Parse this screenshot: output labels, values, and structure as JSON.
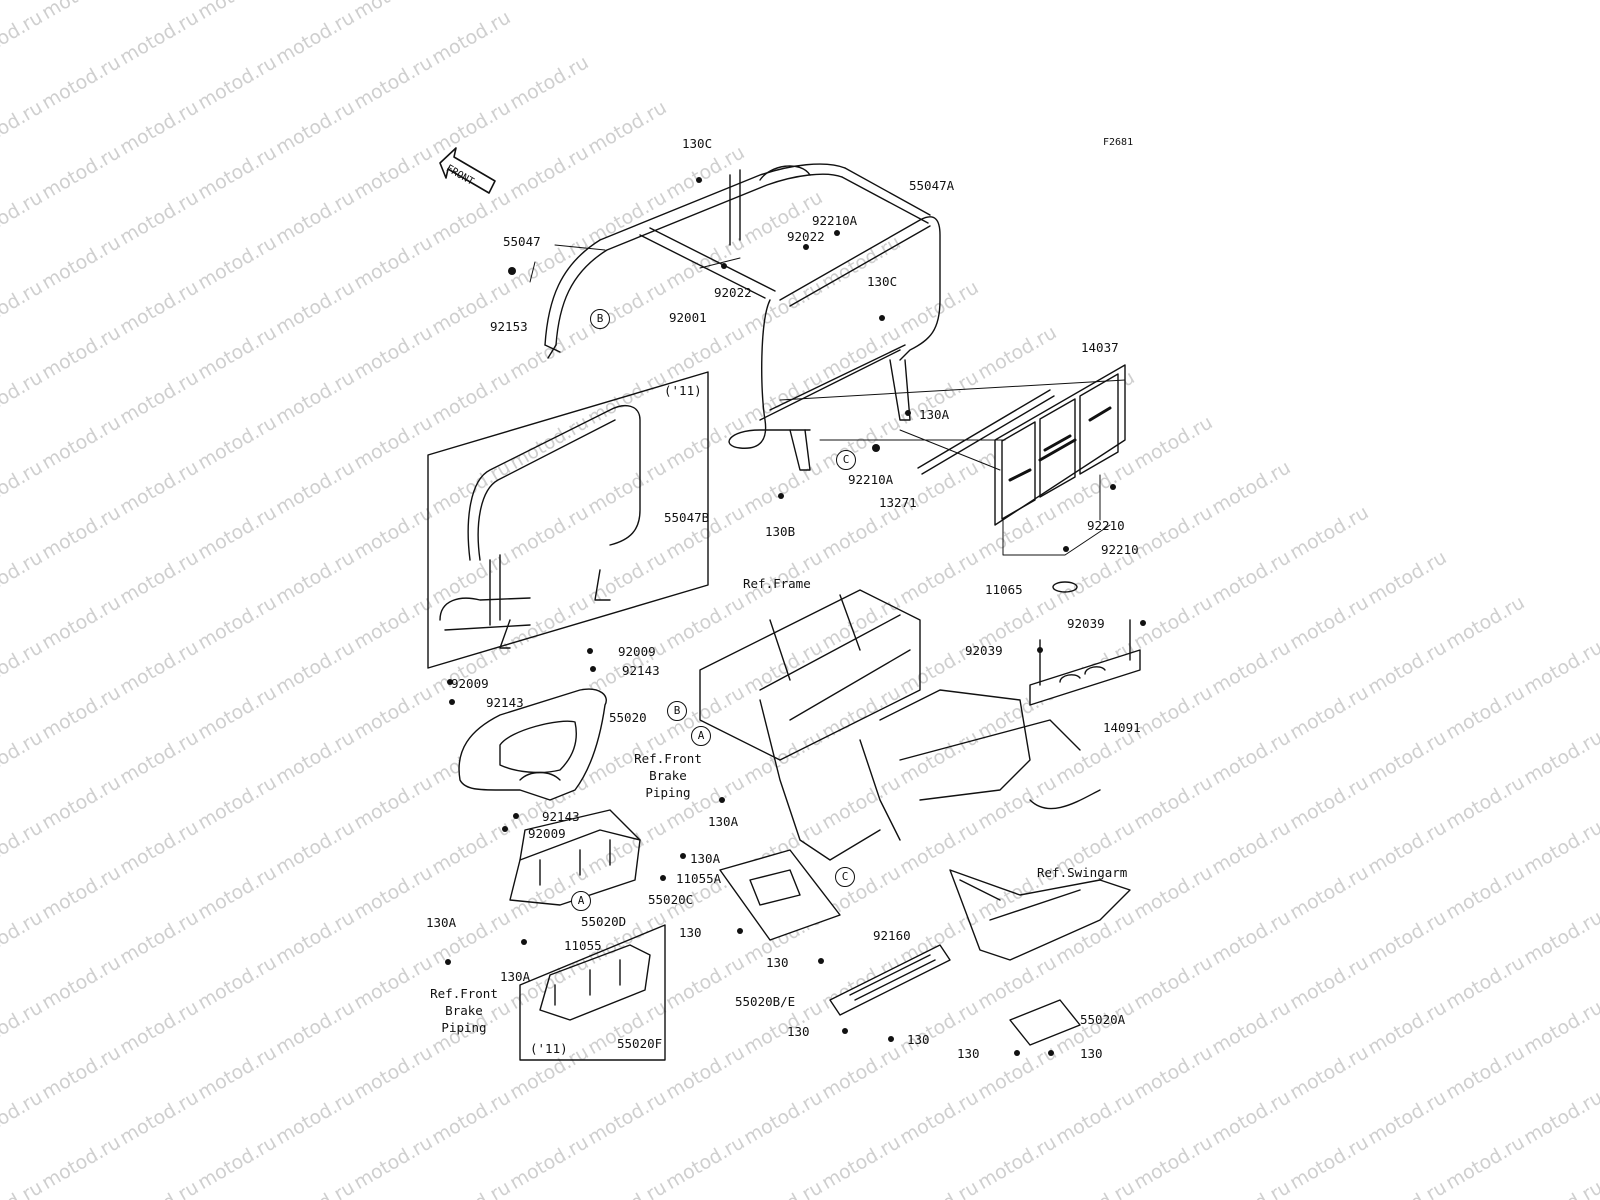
{
  "watermark": {
    "text": "motod.ru"
  },
  "figure_code": "F2681",
  "front_arrow": {
    "label": "FRONT",
    "icon": "front-arrow-icon"
  },
  "inset_notes": {
    "upper": "('11)",
    "lower": "('11)"
  },
  "references": {
    "frame": "Ref.Frame",
    "front_brake_piping_upper": [
      "Ref.Front",
      "Brake",
      "Piping"
    ],
    "front_brake_piping_lower": [
      "Ref.Front",
      "Brake",
      "Piping"
    ],
    "swingarm": "Ref.Swingarm"
  },
  "callouts": {
    "a": "A",
    "b": "B",
    "c": "C"
  },
  "parts": {
    "p130c_top": "130C",
    "p55047a": "55047A",
    "p92210a_top": "92210A",
    "p92022_top": "92022",
    "p55047": "55047",
    "p130c_mid": "130C",
    "p92022_mid": "92022",
    "p92001": "92001",
    "p92153": "92153",
    "p14037": "14037",
    "p130a_rack": "130A",
    "p92210a_mid": "92210A",
    "p13271": "13271",
    "p130b": "130B",
    "p92210_a": "92210",
    "p92210_b": "92210",
    "p55047b": "55047B",
    "p11065": "11065",
    "p92039_right": "92039",
    "p92039_left": "92039",
    "p14091": "14091",
    "p92009_top": "92009",
    "p92143_top": "92143",
    "p92009_left": "92009",
    "p92143_left": "92143",
    "p55020": "55020",
    "p92143_low": "92143",
    "p92009_low": "92009",
    "p130a_brake": "130A",
    "p130a_mid": "130A",
    "p11055a": "11055A",
    "p55020c": "55020C",
    "p55020d": "55020D",
    "p130a_left": "130A",
    "p11055": "11055",
    "p130a_low": "130A",
    "p130_c1": "130",
    "p130_c2": "130",
    "p92160": "92160",
    "p55020be": "55020B/E",
    "p130_b1": "130",
    "p130_b2": "130",
    "p55020f": "55020F",
    "p55020a": "55020A",
    "p130_a1": "130",
    "p130_a2": "130"
  }
}
